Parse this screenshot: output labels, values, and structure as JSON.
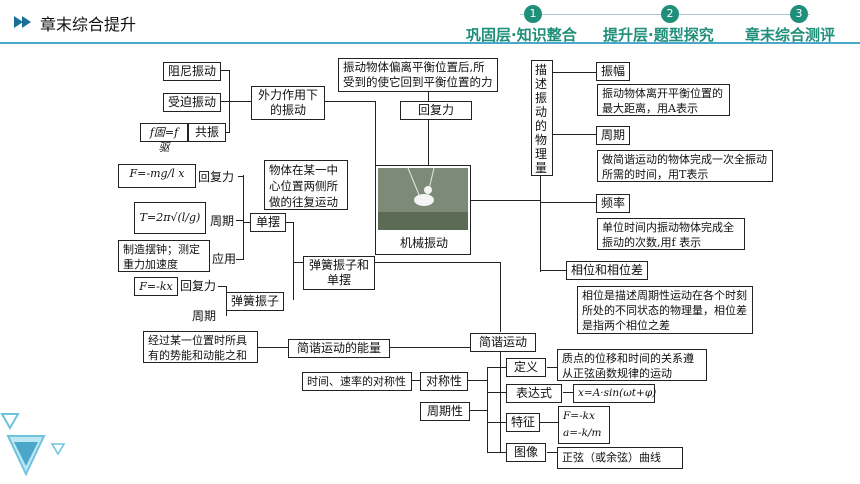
{
  "header": {
    "chapter_title": "章末综合提升",
    "steps": [
      {
        "num": "1",
        "label": "巩固层·知识整合"
      },
      {
        "num": "2",
        "label": "提升层·题型探究"
      },
      {
        "num": "3",
        "label": "章末综合测评"
      }
    ]
  },
  "diagram": {
    "center": "机械振动",
    "center_desc": "物体在某一中心位置两侧所做的往复运动",
    "restoring": "回复力",
    "restoring_desc": "振动物体偏离平衡位置后,所受到的使它回到平衡位置的力",
    "external_force": "外力作用下的振动",
    "damped": "阻尼振动",
    "forced": "受迫振动",
    "resonance_formula": "f固=f驱",
    "resonance": "共振",
    "describe_quantities": "描述振动的物理量",
    "amplitude": "振幅",
    "amplitude_desc": "振动物体离开平衡位置的最大距离，用A表示",
    "period": "周期",
    "period_desc": "做简谐运动的物体完成一次全振动所需的时间，用T表示",
    "frequency": "频率",
    "frequency_desc": "单位时间内振动物体完成全振动的次数,用f 表示",
    "phase": "相位和相位差",
    "phase_desc": "相位是描述周期性运动在各个时刻所处的不同状态的物理量，相位差是指两个相位之差",
    "pendulum_force_formula": "F=-mg/l x",
    "pendulum_force": "回复力",
    "pendulum_period_formula": "T=2π√(l/g)",
    "pendulum_period": "周期",
    "pendulum": "单摆",
    "pendulum_app_desc": "制造摆钟；测定重力加速度",
    "pendulum_app": "应用",
    "spring_force_formula": "F=-kx",
    "spring_force": "回复力",
    "spring_period": "周期",
    "spring": "弹簧振子",
    "spring_and_pendulum": "弹簧振子和单摆",
    "shm": "简谐运动",
    "energy": "简谐运动的能量",
    "energy_desc": "经过某一位置时所具有的势能和动能之和",
    "definition": "定义",
    "definition_desc": "质点的位移和时间的关系遵从正弦函数规律的运动",
    "expression": "表达式",
    "expression_formula": "x=A·sin(ωt+φ)",
    "feature": "特征",
    "feature_formula_1": "F=-kx",
    "feature_formula_2": "a=-k/m x",
    "graph": "图像",
    "graph_desc": "正弦（或余弦）曲线",
    "symmetry": "对称性",
    "symmetry_desc": "时间、速率的对称性",
    "periodicity": "周期性"
  },
  "colors": {
    "accent": "#1f8f7a",
    "line": "#4aa7c9"
  }
}
